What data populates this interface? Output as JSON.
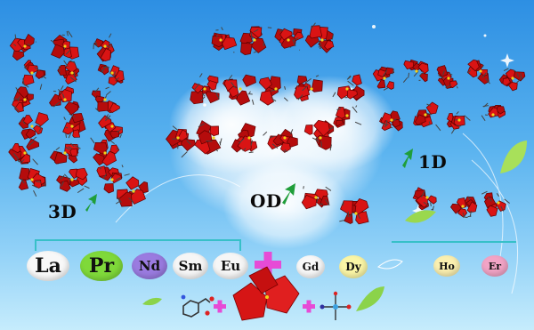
{
  "labels": {
    "d3": "3D",
    "d0": "OD",
    "d1": "1D"
  },
  "elements": [
    {
      "symbol": "La",
      "color": "#f8f8f8"
    },
    {
      "symbol": "Pr",
      "color": "#7fd93a"
    },
    {
      "symbol": "Nd",
      "color": "#9a7be0"
    },
    {
      "symbol": "Sm",
      "color": "#f6f6f6"
    },
    {
      "symbol": "Eu",
      "color": "#f6f6f6"
    },
    {
      "symbol": "Gd",
      "color": "#f8f8f8"
    },
    {
      "symbol": "Dy",
      "color": "#fbf6a6"
    },
    {
      "symbol": "Ho",
      "color": "#fbf0b0"
    },
    {
      "symbol": "Er",
      "color": "#f2a4c6"
    }
  ],
  "colors": {
    "polyhedra": "#d91414",
    "plus": "#e64bd6",
    "arrow": "#1f9e3a",
    "bracket": "#37c0c8"
  },
  "icons": [
    "polyhedron-cluster-icon",
    "ligand-molecule-icon",
    "plus-sign-icon",
    "growth-arrow-icon",
    "leaf-icon"
  ]
}
